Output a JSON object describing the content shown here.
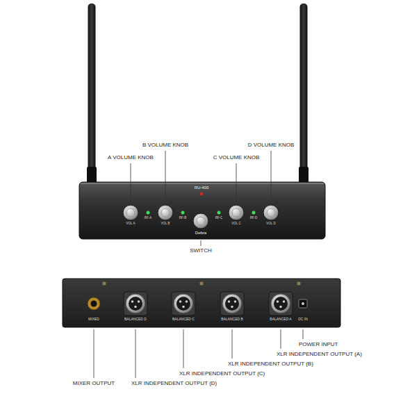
{
  "diagram": {
    "labels": [
      "B VOLUME KNOB",
      "D VOLUME KNOB",
      "A VOLUME KNOB",
      "C VOLUME KNOB",
      "RU-400",
      "RF-A",
      "RF-B",
      "RF-C",
      "RF-D",
      "VOL A",
      "VOL B",
      "VOL C",
      "VOL D",
      "Debra",
      "SWITCH",
      "MIXED",
      "BALANCED D",
      "BALANCED C",
      "BALANCED B",
      "BALANCED A",
      "DC IN",
      "POWER INPUT",
      "XLR INDEPENDENT OUTPUT (A)",
      "XLR INDEPENDENT OUTPUT (B)",
      "XLR INDEPENDENT OUTPUT (C)",
      "XLR INDEPENDENT OUTPUT (D)",
      "MIXER OUTPUT"
    ]
  }
}
